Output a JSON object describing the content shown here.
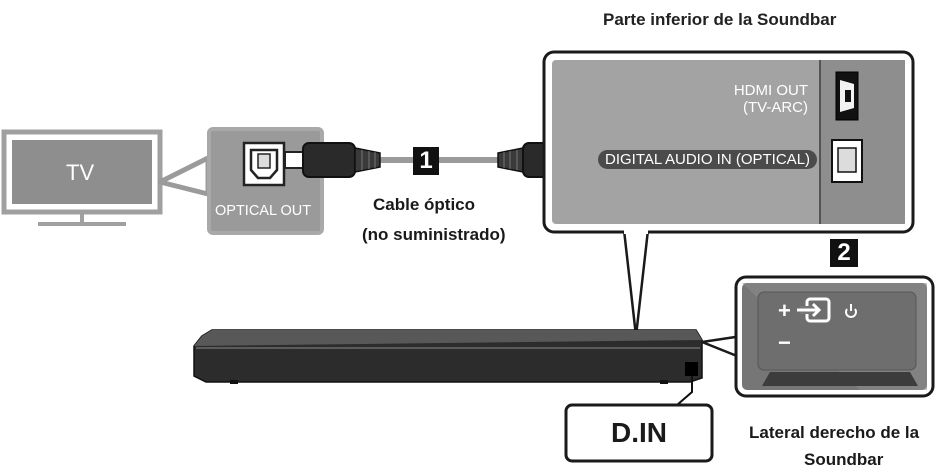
{
  "colors": {
    "panel_gray": "#9a9a9a",
    "panel_dark": "#6b6b6b",
    "outline": "#9b9b9b",
    "black": "#111111",
    "white": "#ffffff"
  },
  "labels": {
    "bottom_title": "Parte inferior de la Soundbar",
    "tv": "TV",
    "optical_out": "OPTICAL OUT",
    "cable_line1": "Cable óptico",
    "cable_line2": "(no suministrado)",
    "step1": "1",
    "step2": "2",
    "hdmi_line1": "HDMI OUT",
    "hdmi_line2": "(TV-ARC)",
    "digital_audio_in": "DIGITAL AUDIO IN (OPTICAL)",
    "din": "D.IN",
    "side_line1": "Lateral derecho de la",
    "side_line2": "Soundbar",
    "side_plus": "+",
    "side_minus": "−"
  },
  "icons": [
    "tv-icon",
    "optical-port-icon",
    "hdmi-port-icon",
    "input-source-icon",
    "power-icon",
    "optical-plug-icon"
  ]
}
